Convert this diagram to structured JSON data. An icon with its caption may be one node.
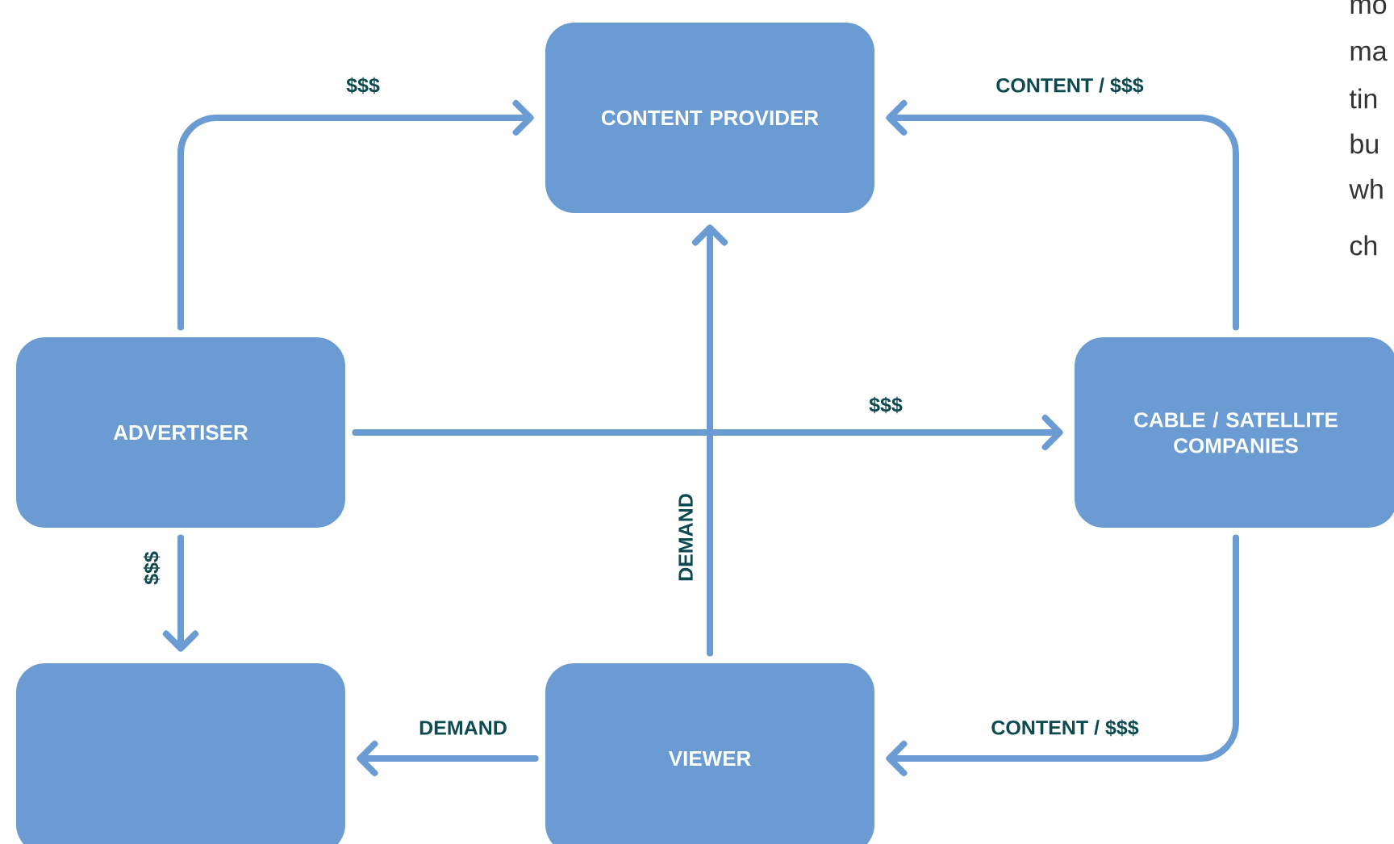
{
  "diagram": {
    "nodes": [
      {
        "text": [
          "CONTENT PROVIDER"
        ]
      },
      {
        "text": [
          "ADVERTISER"
        ]
      },
      {
        "text": [
          "CABLE / SATELLITE COMPANIES"
        ]
      },
      {
        "text": [],
        "shape": "box"
      },
      {
        "text": [
          "VIEWER"
        ]
      }
    ],
    "edges": [
      {
        "from": 1,
        "to": 0,
        "arrow": "to",
        "label": "$$$"
      },
      {
        "from": 2,
        "to": 0,
        "arrow": "to",
        "label": "CONTENT / $$$"
      },
      {
        "from": 1,
        "to": 2,
        "arrow": "to",
        "label": "$$$"
      },
      {
        "from": 1,
        "to": 3,
        "arrow": "to",
        "label": "$$$"
      },
      {
        "from": 4,
        "to": 0,
        "arrow": "to",
        "label": "DEMAND"
      },
      {
        "from": 4,
        "to": 3,
        "arrow": "to",
        "label": "DEMAND"
      },
      {
        "from": 2,
        "to": 4,
        "arrow": "to",
        "label": "CONTENT / $$$"
      }
    ],
    "labels": [
      "mo",
      "ma",
      "tin",
      "bu",
      "wh",
      "ch"
    ]
  }
}
